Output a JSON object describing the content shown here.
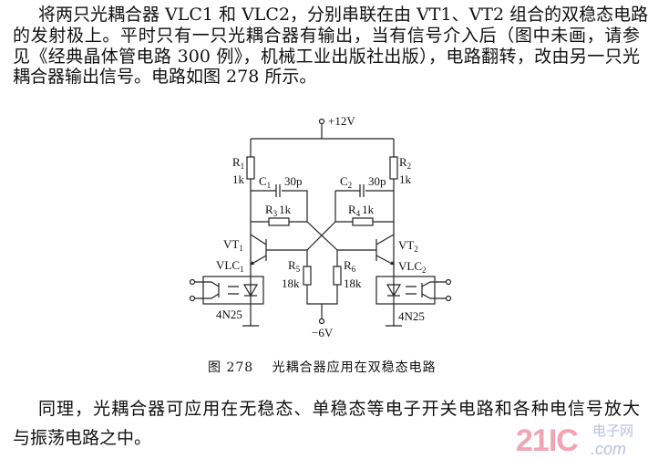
{
  "paragraph1": [
    "将两只光耦合器 VLC1 和 VLC2，分别串联在由 VT1、VT2 组合的双稳态电路",
    "的发射极上。平时只有一只光耦合器有输出，当有信号介入后（图中未画，请参",
    "见《经典晶体管电路 300 例》，机械工业出版社出版），电路翻转，改由另一只光",
    "耦合器输出信号。电路如图 278 所示。"
  ],
  "circuit": {
    "vplus": "+12V",
    "vminus": "−6V",
    "R1": {
      "name": "R",
      "sub": "1",
      "value": "1k"
    },
    "R2": {
      "name": "R",
      "sub": "2",
      "value": "1k"
    },
    "R3": {
      "name": "R",
      "sub": "3",
      "value": "1k"
    },
    "R4": {
      "name": "R",
      "sub": "4",
      "value": "1k"
    },
    "R5": {
      "name": "R",
      "sub": "5",
      "value": "18k"
    },
    "R6": {
      "name": "R",
      "sub": "6",
      "value": "18k"
    },
    "C1": {
      "name": "C",
      "sub": "1",
      "value": "30p"
    },
    "C2": {
      "name": "C",
      "sub": "2",
      "value": "30p"
    },
    "VT1": {
      "name": "VT",
      "sub": "1"
    },
    "VT2": {
      "name": "VT",
      "sub": "2"
    },
    "VLC1": {
      "name": "VLC",
      "sub": "1"
    },
    "VLC2": {
      "name": "VLC",
      "sub": "2"
    },
    "opto1": "4N25",
    "opto2": "4N25"
  },
  "caption": "图 278　 光耦合器应用在双稳态电路",
  "paragraph2": [
    "同理，光耦合器可应用在无稳态、单稳态等电子开关电路和各种电信号放大",
    "与振荡电路之中。"
  ],
  "watermark": {
    "brand": "21IC",
    "cn": "电子网",
    "domain": ".com"
  }
}
